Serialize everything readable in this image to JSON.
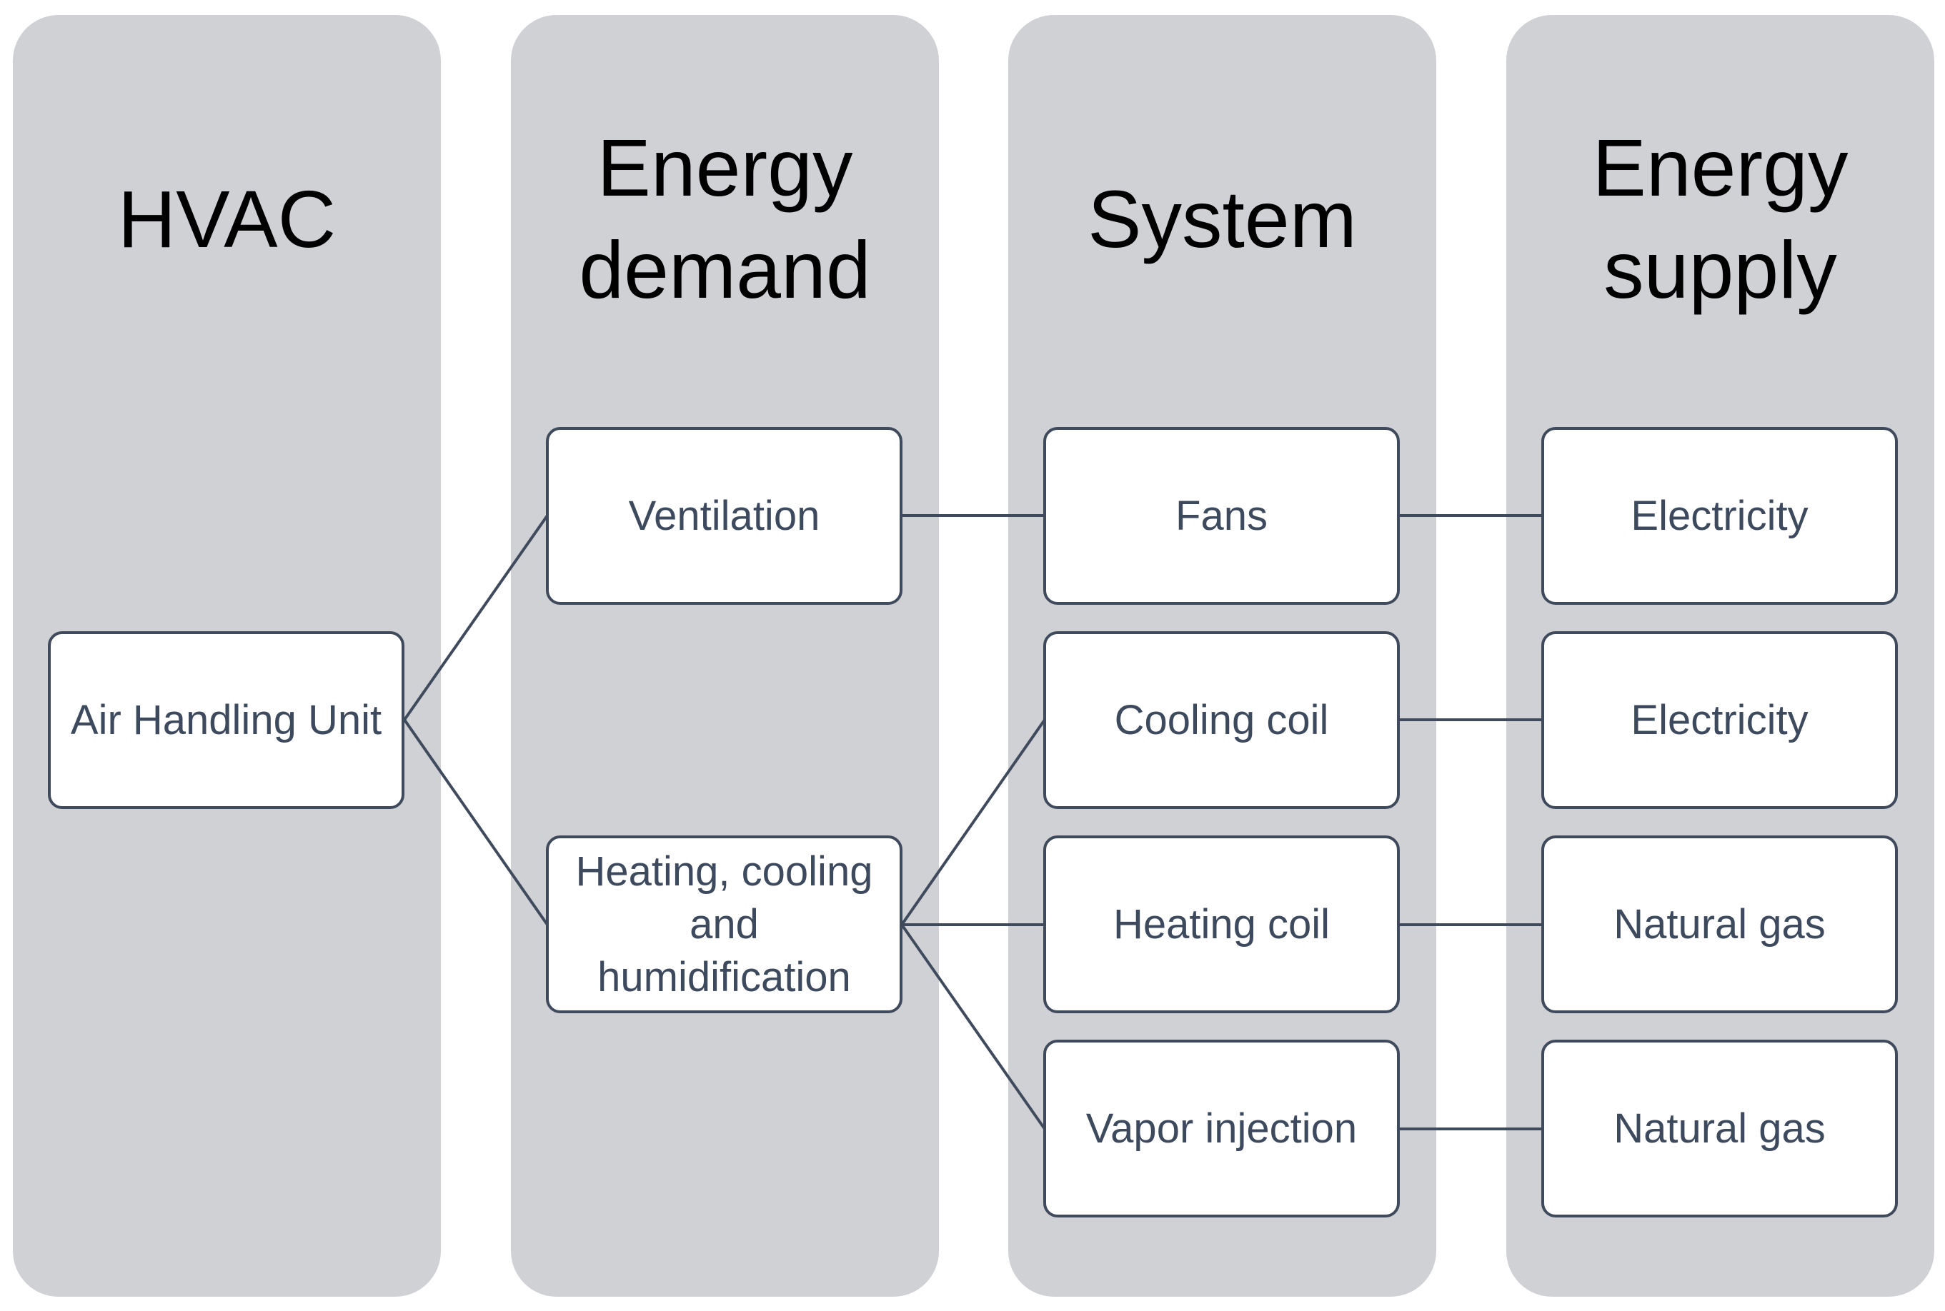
{
  "columns": [
    {
      "title": "HVAC"
    },
    {
      "title": "Energy\ndemand"
    },
    {
      "title": "System"
    },
    {
      "title": "Energy\nsupply"
    }
  ],
  "nodes": {
    "air_handling_unit": "Air Handling Unit",
    "ventilation": "Ventilation",
    "heating_cooling_humidification": "Heating, cooling\nand\nhumidification",
    "fans": "Fans",
    "cooling_coil": "Cooling coil",
    "heating_coil": "Heating coil",
    "vapor_injection": "Vapor injection",
    "supply_fans": "Electricity",
    "supply_cooling": "Electricity",
    "supply_heating": "Natural gas",
    "supply_vapor": "Natural gas"
  },
  "edges": [
    [
      "air_handling_unit",
      "ventilation"
    ],
    [
      "air_handling_unit",
      "heating_cooling_humidification"
    ],
    [
      "ventilation",
      "fans"
    ],
    [
      "heating_cooling_humidification",
      "cooling_coil"
    ],
    [
      "heating_cooling_humidification",
      "heating_coil"
    ],
    [
      "heating_cooling_humidification",
      "vapor_injection"
    ],
    [
      "fans",
      "supply_fans"
    ],
    [
      "cooling_coil",
      "supply_cooling"
    ],
    [
      "heating_coil",
      "supply_heating"
    ],
    [
      "vapor_injection",
      "supply_vapor"
    ]
  ],
  "colors": {
    "column_bg": "#d0d1d5",
    "node_border": "#3f4a5c",
    "node_text": "#3d4a5e",
    "title_text": "#000000"
  }
}
